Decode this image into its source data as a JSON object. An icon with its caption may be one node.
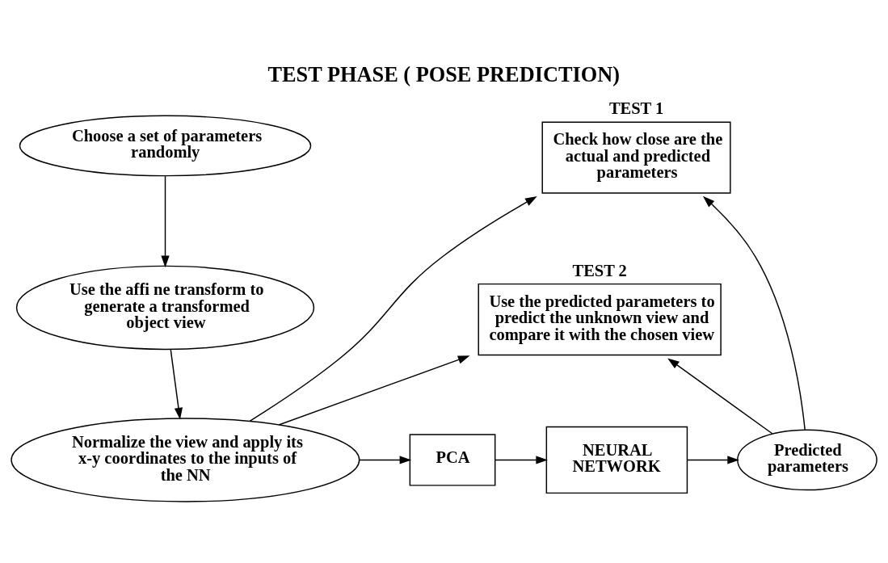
{
  "diagram": {
    "title": "TEST PHASE ( POSE PREDICTION)",
    "nodes": [
      {
        "text": [
          "Choose a set of parameters randomly"
        ]
      },
      {
        "text": [
          "Use the affi ne transform to generate a transformed object view"
        ]
      },
      {
        "text": [
          "Normalize the view and apply its x-y coordinates to the inputs of the NN"
        ]
      },
      {
        "text": [
          "PCA"
        ]
      },
      {
        "text": [
          "NEURAL NETWORK"
        ]
      },
      {
        "text": [
          "Predicted parameters"
        ]
      },
      {
        "text": [
          "TEST 2",
          "Use the predicted parameters to predict the unknown view and compare it with the chosen view"
        ]
      },
      {
        "text": [
          "TEST 1",
          "Check how close are the actual and predicted parameters"
        ]
      }
    ],
    "edges": [
      {
        "from": 0,
        "to": 1,
        "arrow": "to"
      },
      {
        "from": 1,
        "to": 2,
        "arrow": "to"
      },
      {
        "from": 2,
        "to": 3,
        "arrow": "to"
      },
      {
        "from": 3,
        "to": 4,
        "arrow": "to"
      },
      {
        "from": 4,
        "to": 5,
        "arrow": "to"
      },
      {
        "from": 2,
        "to": 7,
        "arrow": "to"
      },
      {
        "from": 2,
        "to": 6,
        "arrow": "to"
      },
      {
        "from": 5,
        "to": 6,
        "arrow": "to"
      },
      {
        "from": 5,
        "to": 7,
        "arrow": "to"
      }
    ]
  }
}
